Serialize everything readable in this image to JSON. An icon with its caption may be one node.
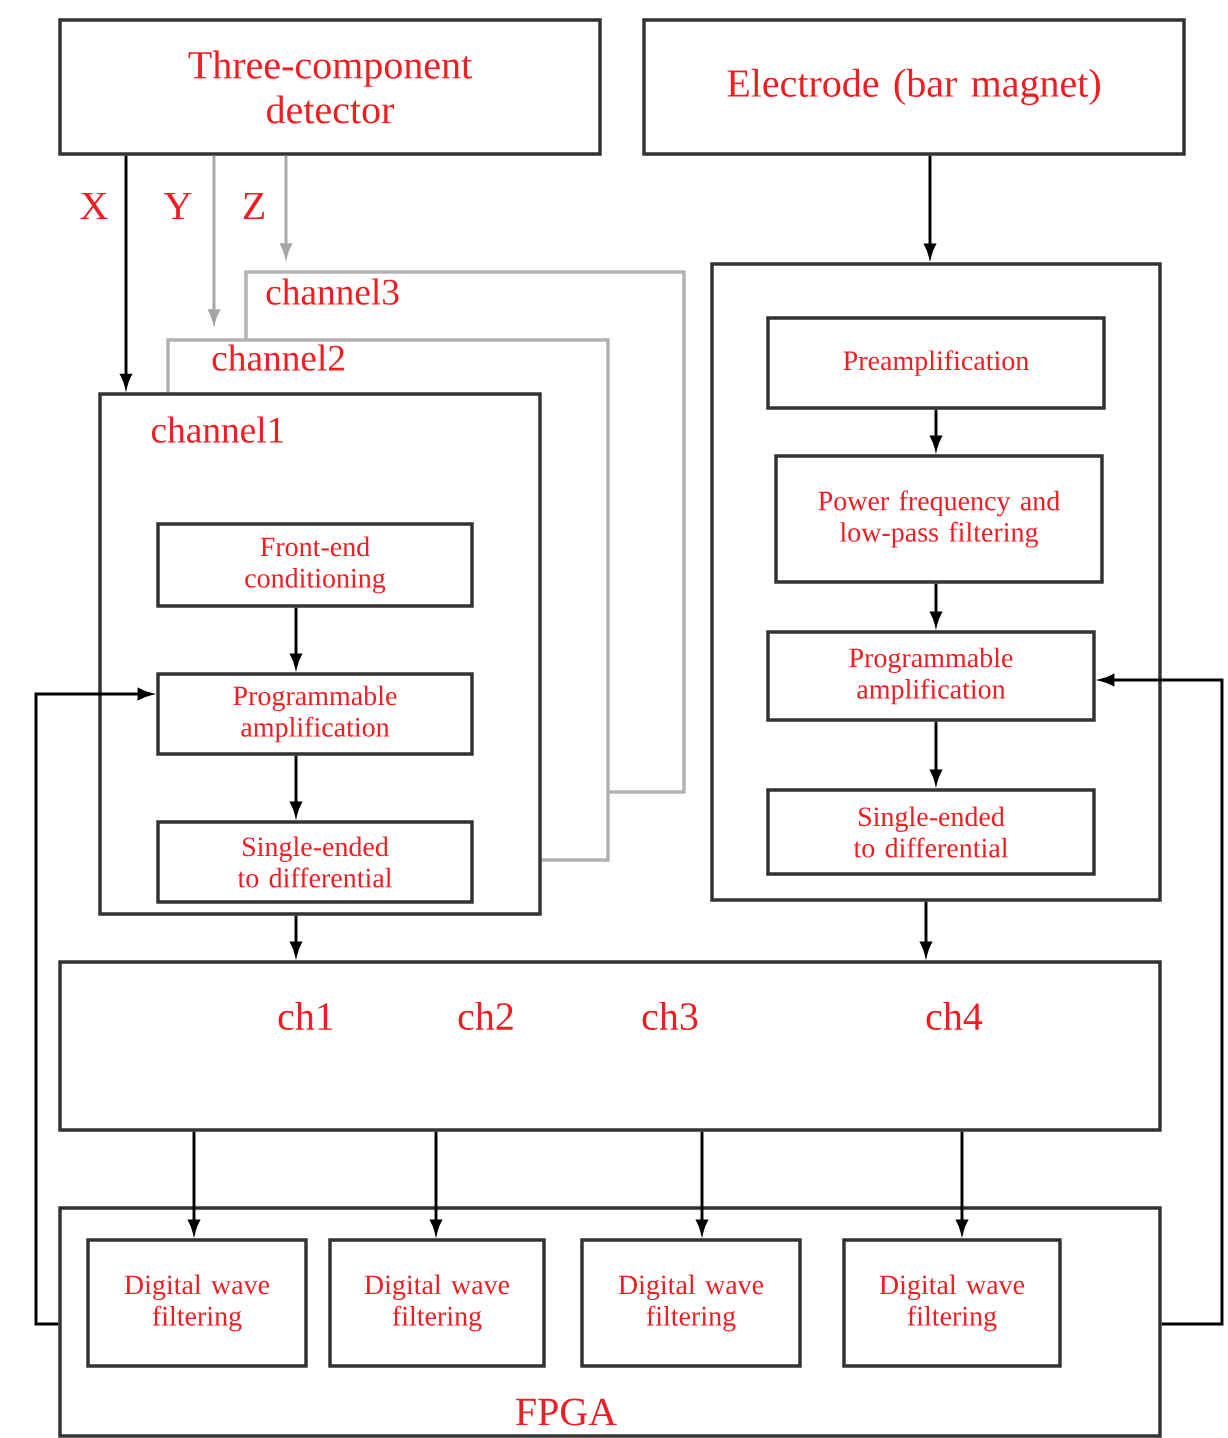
{
  "diagram": {
    "nodes": [
      {
        "text": [
          "Three-component detector"
        ]
      },
      {
        "text": [
          "Electrode (bar magnet)"
        ]
      },
      {
        "text": [
          "channel3"
        ]
      },
      {
        "text": [
          "channel2"
        ]
      },
      {
        "text": [
          "channel1"
        ]
      },
      {
        "text": [
          "Front-end conditioning"
        ],
        "in": 4
      },
      {
        "text": [
          "Programmable amplification"
        ],
        "in": 4
      },
      {
        "text": [
          "Single-ended to differential"
        ],
        "in": 4
      },
      {
        "text": [],
        "shape": "box"
      },
      {
        "text": [
          "Preamplification"
        ],
        "in": 8
      },
      {
        "text": [
          "Power frequency and low-pass filtering"
        ],
        "in": 8
      },
      {
        "text": [
          "Programmable amplification"
        ],
        "in": 8
      },
      {
        "text": [
          "Single-ended to differential"
        ],
        "in": 8
      },
      {
        "text": [
          "ch1",
          "ch2",
          "ch3",
          "ch4"
        ]
      },
      {
        "text": [
          "FPGA"
        ]
      },
      {
        "text": [
          "Digital wave filtering"
        ],
        "in": 14
      },
      {
        "text": [
          "Digital wave filtering"
        ],
        "in": 14
      },
      {
        "text": [
          "Digital wave filtering"
        ],
        "in": 14
      },
      {
        "text": [
          "Digital wave filtering"
        ],
        "in": 14
      }
    ],
    "edges": [
      {
        "from": 0,
        "to": 4,
        "arrow": "to",
        "label": "X"
      },
      {
        "from": 0,
        "to": 3,
        "arrow": "to",
        "label": "Y",
        "color": "#a6a6a6"
      },
      {
        "from": 0,
        "to": 2,
        "arrow": "to",
        "label": "Z",
        "color": "#a6a6a6"
      },
      {
        "from": 1,
        "to": 8,
        "arrow": "to"
      },
      {
        "from": 5,
        "to": 6,
        "arrow": "to"
      },
      {
        "from": 6,
        "to": 7,
        "arrow": "to"
      },
      {
        "from": 9,
        "to": 10,
        "arrow": "to"
      },
      {
        "from": 10,
        "to": 11,
        "arrow": "to"
      },
      {
        "from": 11,
        "to": 12,
        "arrow": "to"
      },
      {
        "from": 4,
        "to": 13,
        "arrow": "to"
      },
      {
        "from": 8,
        "to": 13,
        "arrow": "to"
      },
      {
        "from": 13,
        "to": 15,
        "arrow": "to"
      },
      {
        "from": 13,
        "to": 16,
        "arrow": "to"
      },
      {
        "from": 13,
        "to": 17,
        "arrow": "to"
      },
      {
        "from": 13,
        "to": 18,
        "arrow": "to"
      },
      {
        "from": 14,
        "to": 6,
        "arrow": "to"
      },
      {
        "from": 14,
        "to": 11,
        "arrow": "to"
      }
    ]
  }
}
